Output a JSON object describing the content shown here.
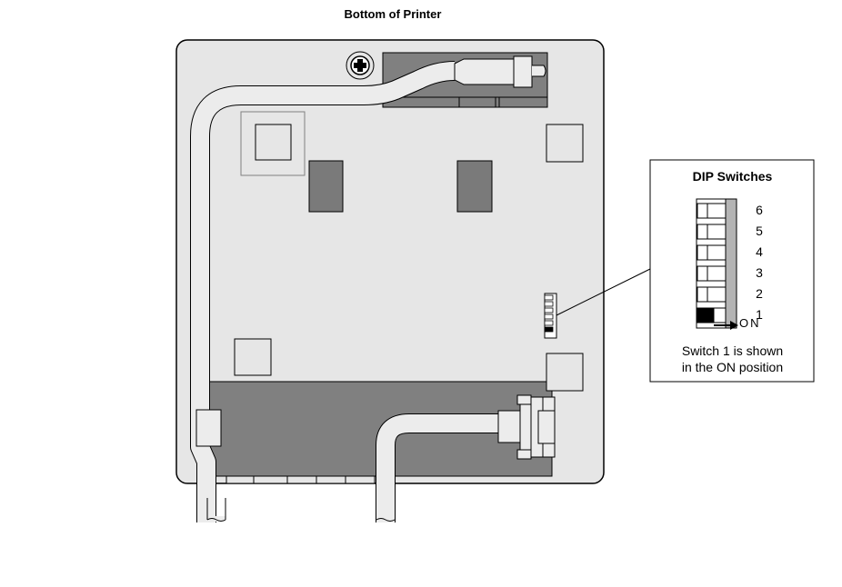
{
  "diagram": {
    "title": "Bottom of Printer",
    "colors": {
      "housing_fill": "#e6e6e6",
      "board_fill": "#808080",
      "chip_fill": "#7a7a7a",
      "outline": "#000000",
      "cable_fill": "#ececec",
      "switch_body": "#b4b4b4"
    }
  },
  "callout": {
    "title": "DIP Switches",
    "caption_line1": "Switch 1 is shown",
    "caption_line2": "in the ON position",
    "on_label": "ON",
    "switch_labels": [
      "6",
      "5",
      "4",
      "3",
      "2",
      "1"
    ],
    "switches_on": [
      false,
      false,
      false,
      false,
      false,
      true
    ]
  }
}
